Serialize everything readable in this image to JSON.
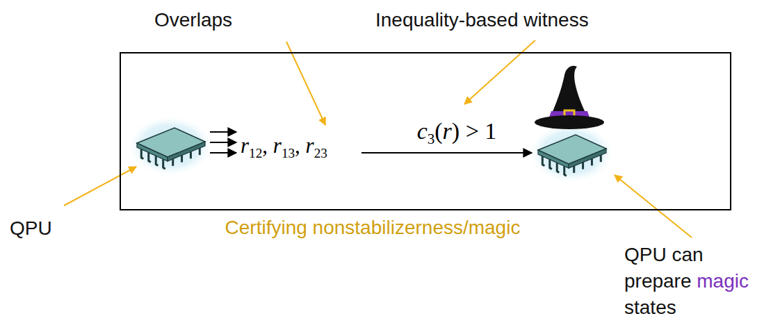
{
  "diagram": {
    "caption": "Certifying nonstabilizerness/magic",
    "nodes": [
      {
        "text": [
          "r12, r13, r23",
          "c3(r) > 1"
        ]
      }
    ],
    "labels": [
      "Overlaps",
      "Inequality-based witness",
      "QPU",
      "QPU can prepare magic states"
    ]
  }
}
